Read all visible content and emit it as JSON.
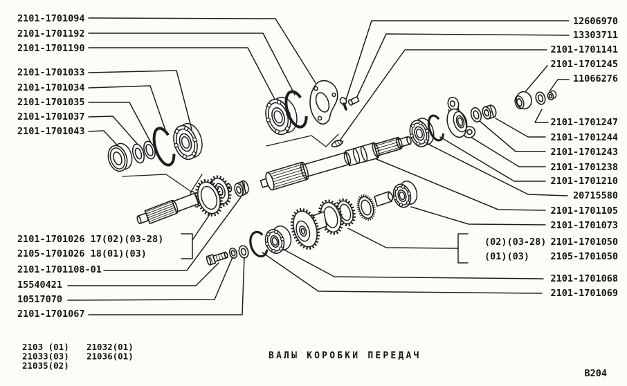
{
  "figure": {
    "title": "ВАЛЫ КОРОБКИ ПЕРЕДАЧ",
    "figure_code": "B204"
  },
  "colors": {
    "background": "#fcfcf8",
    "line": "#1e1e1e"
  },
  "applicability": {
    "r1c1": "2103 (01)",
    "r1c2": "21032(01)",
    "r2c1": "21033(03)",
    "r2c2": "21036(01)",
    "r3c1": "21035(02)"
  },
  "part_labels": {
    "p1094": "2101-1701094",
    "p1192": "2101-1701192",
    "p1190": "2101-1701190",
    "p1033": "2101-1701033",
    "p1034": "2101-1701034",
    "p1035": "2101-1701035",
    "p1037": "2101-1701037",
    "p1043": "2101-1701043",
    "p1026_a": "2101-1701026 17(02)(03-28)",
    "p1026_b": "2105-1701026 18(01)(03)",
    "p1108": "2101-1701108-01",
    "p15540421": "15540421",
    "p10517070": "10517070",
    "p1067": "2101-1701067",
    "p12606970": "12606970",
    "p13303711": "13303711",
    "p1141": "2101-1701141",
    "p1245": "2101-1701245",
    "p11066276": "11066276",
    "p1247": "2101-1701247",
    "p1244": "2101-1701244",
    "p1243": "2101-1701243",
    "p1238": "2101-1701238",
    "p1210": "2101-1701210",
    "p20715580": "20715580",
    "p1105": "2101-1701105",
    "p1073": "2101-1701073",
    "p1050_variant_a": "(02)(03-28)",
    "p1050_a": "2101-1701050",
    "p1050_variant_b": "(01)(03)",
    "p1050_b": "2105-1701050",
    "p1068": "2101-1701068",
    "p1069": "2101-1701069"
  }
}
